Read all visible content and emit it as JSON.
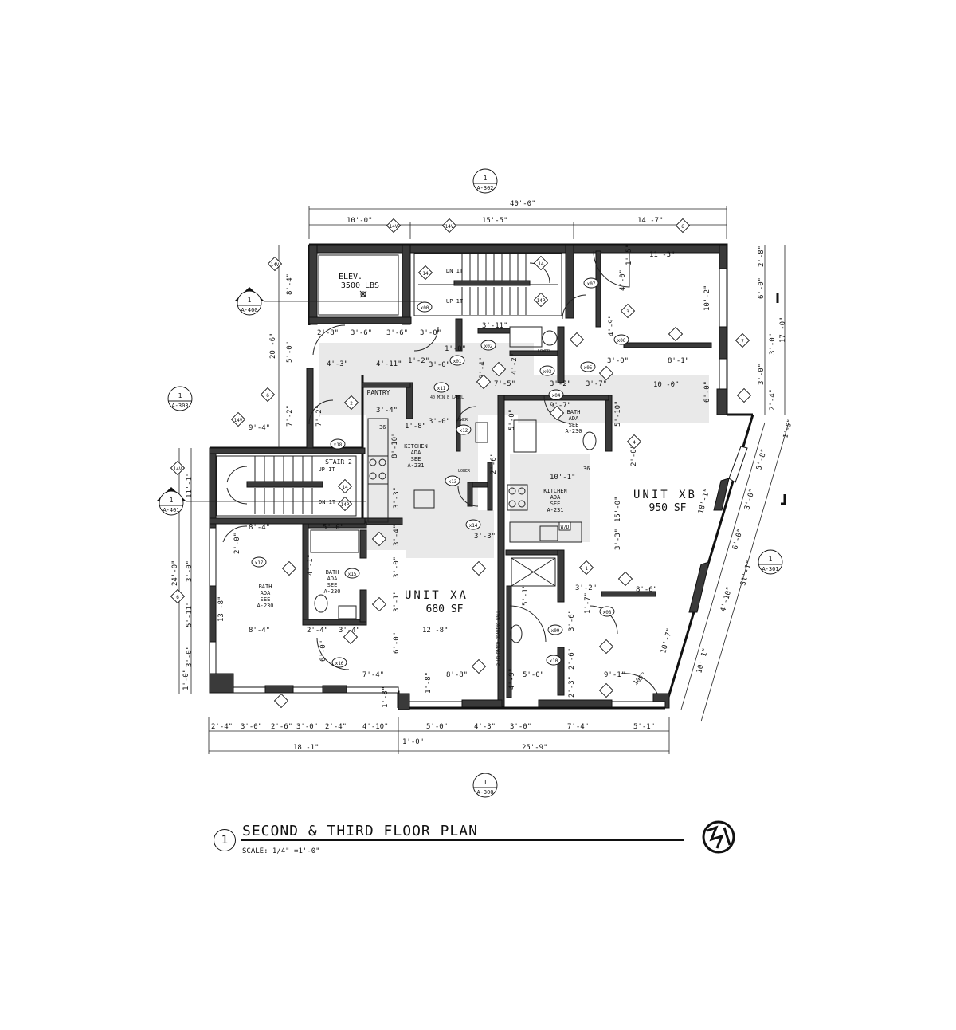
{
  "drawing": {
    "title": "SECOND & THIRD FLOOR PLAN",
    "scale": "SCALE: 1/4\" =1'-0\"",
    "view_number": "1"
  },
  "units": [
    {
      "name": "UNIT XA",
      "area": "680 SF"
    },
    {
      "name": "UNIT XB",
      "area": "950 SF"
    }
  ],
  "rooms": {
    "elevator": [
      "ELEV.",
      "3500 LBS"
    ],
    "pantry": "PANTRY",
    "stair2": [
      "STAIR 2",
      "UP 1T"
    ],
    "kitchen_xa": [
      "KITCHEN",
      "ADA",
      "SEE",
      "A-231"
    ],
    "kitchen_xb": [
      "KITCHEN",
      "ADA",
      "SEE",
      "A-231"
    ],
    "bath_left": [
      "BATH",
      "ADA",
      "SEE",
      "A-230"
    ],
    "bath_mid": [
      "BATH",
      "ADA",
      "SEE",
      "A-230"
    ],
    "bath_right": [
      "BATH",
      "ADA",
      "SEE",
      "A-230"
    ]
  },
  "section_markers": {
    "top": {
      "num": "1",
      "sheet": "A-302"
    },
    "bottom": {
      "num": "1",
      "sheet": "A-300"
    },
    "left_upper": {
      "num": "1",
      "sheet": "A-400"
    },
    "left_lower": {
      "num": "1",
      "sheet": "A-401"
    },
    "left_303": {
      "num": "1",
      "sheet": "A-303"
    },
    "right": {
      "num": "1",
      "sheet": "A-301"
    }
  },
  "overall_dims": {
    "top_total": "40'-0\"",
    "top_segments": [
      "10'-0\"",
      "15'-5\"",
      "14'-7\""
    ],
    "bottom_segments": [
      "2'-4\"",
      "3'-0\"",
      "2'-6\"",
      "3'-0\"",
      "2'-4\"",
      "4'-10\"",
      "5'-0\"",
      "4'-3\"",
      "3'-0\"",
      "7'-4\"",
      "5'-1\""
    ],
    "bottom_totals": [
      "18'-1\"",
      "1'-0\"",
      "25'-9\""
    ],
    "left": [
      "20'-6\"",
      "8'-4\"",
      "5'-0\"",
      "7'-2\"",
      "11'-1\"",
      "24'-0\"",
      "3'-0\"",
      "5'-11\"",
      "3'-0\"",
      "1'-0\""
    ],
    "right": [
      "17'-0\"",
      "2'-8\"",
      "6'-0\"",
      "3'-0\"",
      "3'-0\"",
      "2'-4\"",
      "1'-5\""
    ],
    "diag": [
      "31'-1\"",
      "5'-8\"",
      "3'-0\"",
      "6'-0\"",
      "4'-10\"",
      "18'-1\"",
      "10'-1\"",
      "10'-7\"",
      "105°"
    ]
  },
  "interior_dims": [
    "11'-3\"",
    "10'-2\"",
    "8'-1\"",
    "10'-0\"",
    "6'-0\"",
    "3'-0\"",
    "4'-0\"",
    "1'-5\"",
    "4'-9\"",
    "2'-8\"",
    "3'-6\"",
    "3'-6\"",
    "3'-0\"",
    "4'-3\"",
    "4'-11\"",
    "1'-2\"",
    "3'-0\"",
    "3'-11\"",
    "1'-0\"",
    "7'-5\"",
    "3'-2\"",
    "3'-7\"",
    "9'-7\"",
    "5'-10\"",
    "2'-0\"",
    "10'-1\"",
    "15'-0\"",
    "3'-3\"",
    "3'-4\"",
    "1'-8\"",
    "3'-0\"",
    "8'-10\"",
    "3'-3\"",
    "3'-4\"",
    "3'-0\"",
    "3'-1\"",
    "6'-0\"",
    "12'-8\"",
    "8'-8\"",
    "7'-4\"",
    "1'-8\"",
    "9'-4\"",
    "8'-4\"",
    "5'-0\"",
    "2'-4\"",
    "3'-4\"",
    "8'-4\"",
    "6'-0\"",
    "1'-7\"",
    "3'-2\"",
    "8'-6\"",
    "9'-1\"",
    "5'-0\"",
    "4'-9\"",
    "2'-6\"",
    "3'-6\"",
    "2'-3\"",
    "1'-8\"",
    "3'-3\"",
    "13'-8\"",
    "4'-1\"",
    "2'-0\"",
    "2'-6\"",
    "5'-0\"",
    "7'-2\"",
    "5'-1\"",
    "4'-2\"",
    "2'-4\""
  ],
  "door_tags": [
    "x00",
    "x01",
    "x02",
    "x03",
    "x04",
    "x05",
    "x06",
    "x07",
    "x08",
    "x09",
    "x10",
    "x11",
    "x12",
    "x13",
    "x14",
    "x15",
    "x16",
    "x17",
    "x18"
  ],
  "keynotes": [
    "14V",
    "14V",
    "14V",
    "14V",
    "14V",
    "14",
    "14",
    "14P",
    "14P",
    "14",
    "6",
    "6",
    "6",
    "2",
    "3",
    "7",
    "1",
    "4",
    "W/D"
  ],
  "notes": [
    "DN 1T",
    "UP 1T",
    "DN 1T",
    "2 HR RATED BEARING WALL",
    "40 MIN B LABEL",
    "LOWER",
    "LOWER",
    "LOWER",
    "36",
    "36"
  ]
}
